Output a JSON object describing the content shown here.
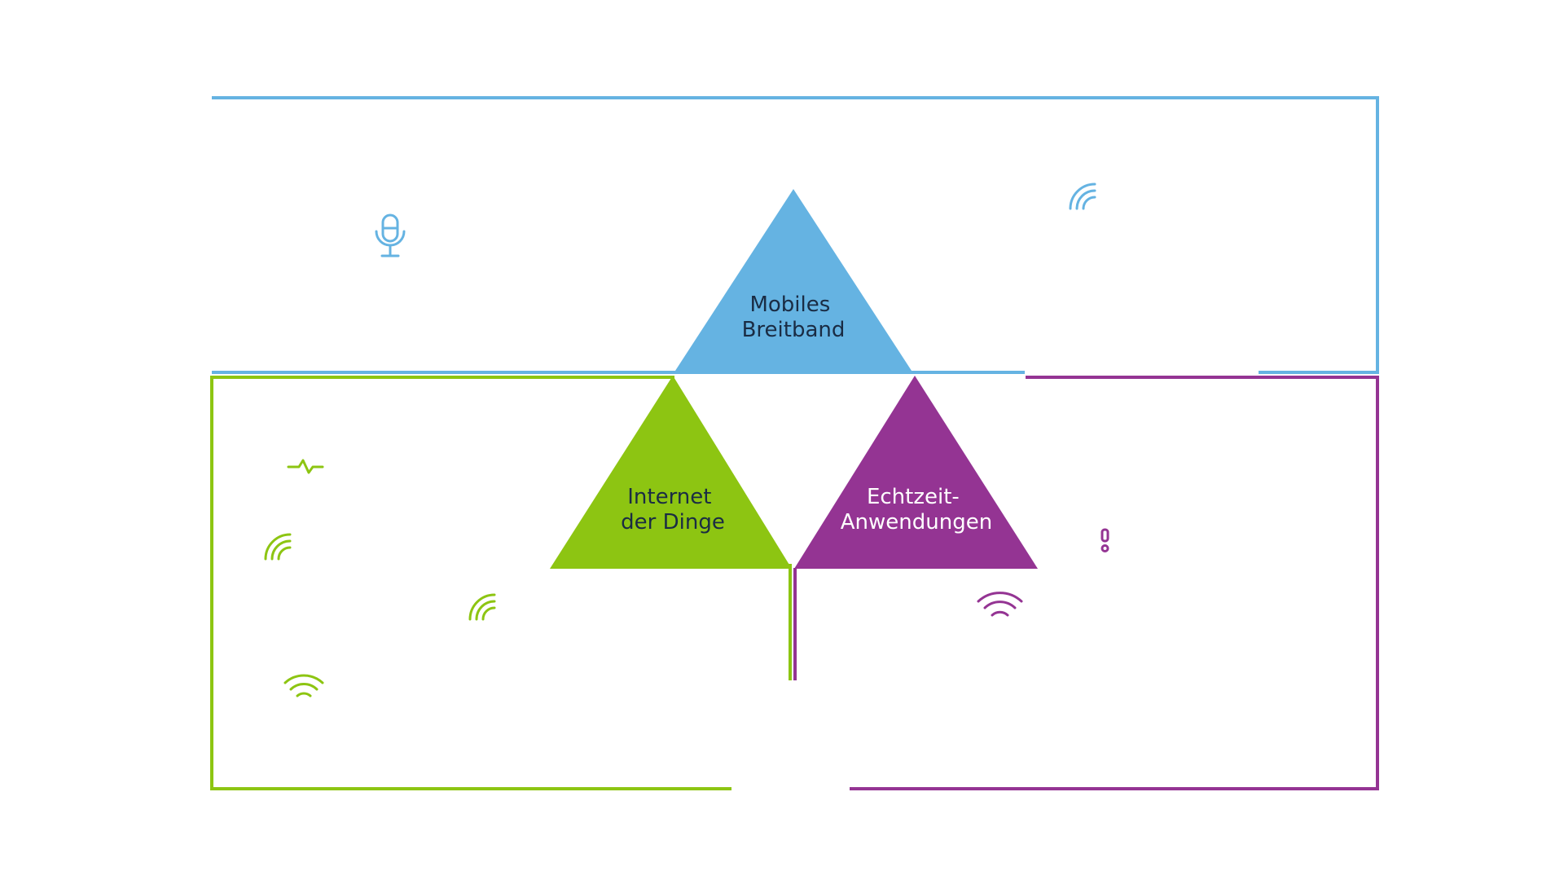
{
  "colors": {
    "blue": "#65b3e2",
    "green": "#8dc512",
    "purple": "#943493",
    "label_dark": "#1a2c44",
    "label_light": "#ffffff"
  },
  "triangles": {
    "top": {
      "line1": "Mobiles",
      "line2": "Breitband"
    },
    "left": {
      "line1": "Internet",
      "line2": "der Dinge"
    },
    "right": {
      "line1": "Echtzeit-",
      "line2": "Anwendungen"
    }
  },
  "icons": [
    {
      "name": "microphone-icon",
      "color": "blue"
    },
    {
      "name": "signal-arc-icon",
      "color": "blue"
    },
    {
      "name": "heartbeat-icon",
      "color": "green"
    },
    {
      "name": "signal-arc-icon",
      "color": "green"
    },
    {
      "name": "signal-arc-icon",
      "color": "green"
    },
    {
      "name": "wifi-icon",
      "color": "green"
    },
    {
      "name": "exclamation-icon",
      "color": "purple"
    },
    {
      "name": "wifi-icon",
      "color": "purple"
    }
  ]
}
